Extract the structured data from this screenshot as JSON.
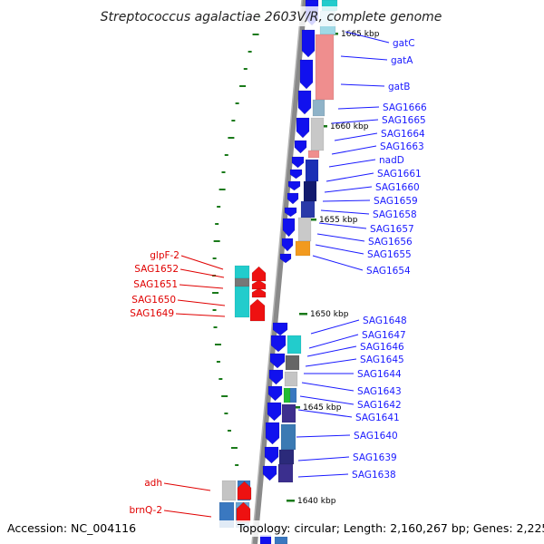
{
  "title": "Streptococcus agalactiae 2603V/R, complete genome",
  "accession": "Accession: NC_004116",
  "summary": "Topology: circular; Length: 2,160,267 bp; Genes: 2,225",
  "colors": {
    "right_labels": "#1a1aff",
    "left_labels": "#e00000",
    "ticks": "#1a7a1a",
    "backbone": "#8a8a8a"
  },
  "kbp_labels": [
    "1665 kbp",
    "1660 kbp",
    "1655 kbp",
    "1650 kbp",
    "1645 kbp",
    "1640 kbp"
  ],
  "right_genes": [
    "gatC",
    "gatA",
    "gatB",
    "SAG1666",
    "SAG1665",
    "SAG1664",
    "SAG1663",
    "nadD",
    "SAG1661",
    "SAG1660",
    "SAG1659",
    "SAG1658",
    "SAG1657",
    "SAG1656",
    "SAG1655",
    "SAG1654",
    "SAG1648",
    "SAG1647",
    "SAG1646",
    "SAG1645",
    "SAG1644",
    "SAG1643",
    "SAG1642",
    "SAG1641",
    "SAG1640",
    "SAG1639",
    "SAG1638"
  ],
  "left_genes": [
    "glpF-2",
    "SAG1652",
    "SAG1651",
    "SAG1650",
    "SAG1649",
    "adh",
    "brnQ-2"
  ]
}
